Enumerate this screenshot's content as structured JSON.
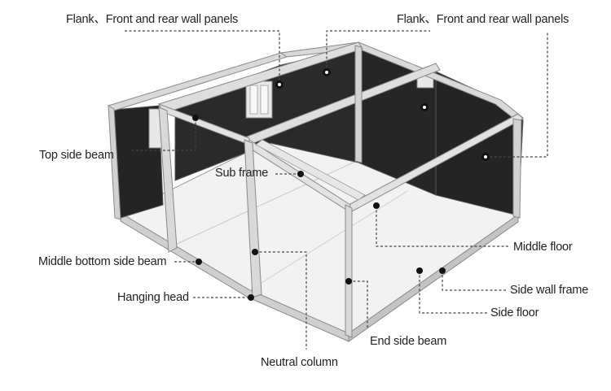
{
  "labels": {
    "flank_front_rear_left": "Flank、Front and rear wall panels",
    "flank_front_rear_right": "Flank、Front and rear wall panels",
    "top_side_beam": "Top side beam",
    "sub_frame": "Sub frame",
    "middle_floor": "Middle floor",
    "middle_bottom_side_beam": "Middle bottom side beam",
    "side_wall_frame": "Side wall frame",
    "hanging_head": "Hanging head",
    "side_floor": "Side floor",
    "end_side_beam": "End side beam",
    "neutral_column": "Neutral column"
  },
  "colors": {
    "panel": "#242424",
    "frame": "#d9d9d9",
    "frame_edge": "#8c8c8c",
    "floor": "#f2f2f2",
    "marker": "#111111"
  }
}
